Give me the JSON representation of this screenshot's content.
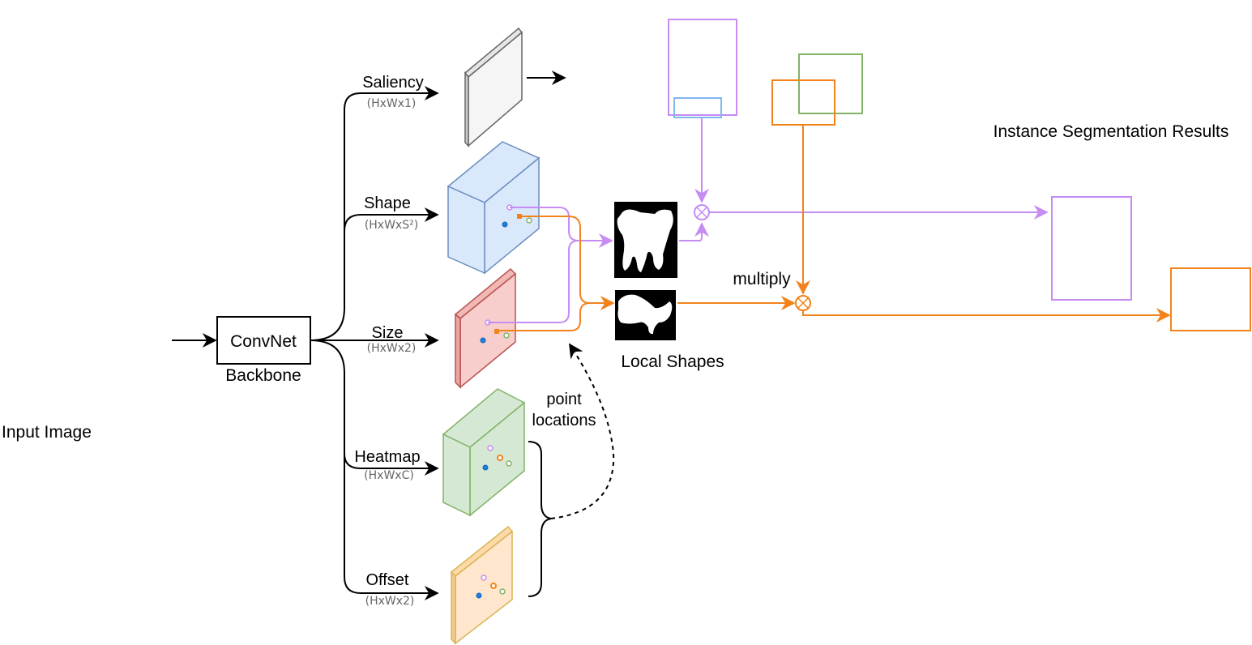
{
  "labels": {
    "input_image": "Input Image",
    "convnet": "ConvNet",
    "backbone": "Backbone",
    "instance_results": "Instance Segmentation Results",
    "multiply": "multiply",
    "local_shapes": "Local Shapes",
    "point_locations_line1": "point",
    "point_locations_line2": "locations"
  },
  "heads": [
    {
      "name": "Saliency",
      "dim": "(HxWx1)"
    },
    {
      "name": "Shape",
      "dim": "(HxWxS²)"
    },
    {
      "name": "Size",
      "dim": "(HxWx2)"
    },
    {
      "name": "Heatmap",
      "dim": "(HxWxC)"
    },
    {
      "name": "Offset",
      "dim": "(HxWx2)"
    }
  ],
  "colors": {
    "purple": "#c58cf2",
    "orange": "#f2831b",
    "green": "#82b366",
    "blue_box": "#7fb7ee",
    "dot_blue": "#1f7fd6",
    "shape_fill": "#dae8fc",
    "shape_stroke": "#6c8ebf",
    "size_fill": "#f8cecc",
    "size_stroke": "#b85450",
    "heatmap_fill": "#d5e8d4",
    "heatmap_stroke": "#82b366",
    "offset_fill": "#ffe6cc",
    "offset_stroke": "#d6b656",
    "saliency_fill": "#f5f5f5",
    "saliency_stroke": "#666666"
  }
}
